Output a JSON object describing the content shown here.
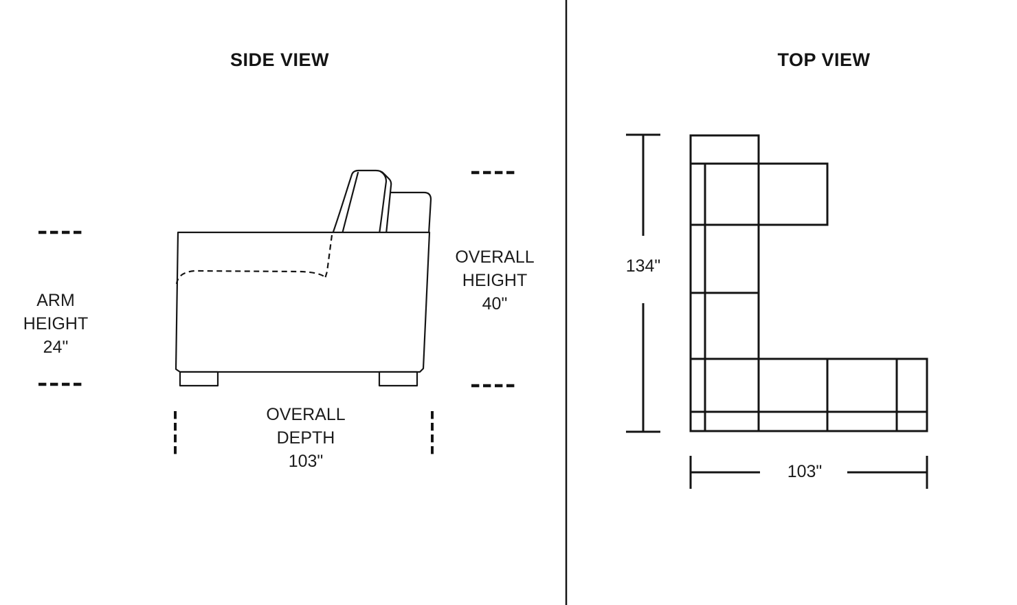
{
  "side_view": {
    "title": "SIDE VIEW",
    "arm_height_label": {
      "line1": "ARM",
      "line2": "HEIGHT",
      "line3": "24\""
    },
    "overall_height_label": {
      "line1": "OVERALL",
      "line2": "HEIGHT",
      "line3": "40\""
    },
    "overall_depth_label": {
      "line1": "OVERALL",
      "line2": "DEPTH",
      "line3": "103\""
    }
  },
  "top_view": {
    "title": "TOP VIEW",
    "length_dimension": "134\"",
    "depth_dimension": "103\""
  },
  "colors": {
    "background": "#ffffff",
    "line": "#141414",
    "text": "#1c1c1c"
  }
}
